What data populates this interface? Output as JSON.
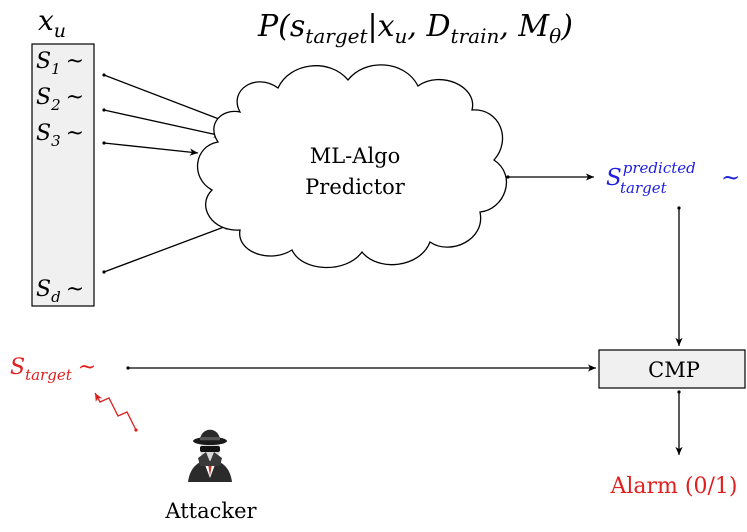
{
  "header": {
    "input_vector_label": "x",
    "input_vector_sub": "u",
    "formula": {
      "P": "P(",
      "s": "s",
      "s_sub": "target",
      "bar_x": "|x",
      "x_sub": "u",
      "comma_d": ", D",
      "d_sub": "train",
      "comma_m": ", M",
      "m_sub": "θ",
      "close": ")"
    }
  },
  "sensors": [
    {
      "base": "S",
      "sub": "1",
      "suffix": "~"
    },
    {
      "base": "S",
      "sub": "2",
      "suffix": "~"
    },
    {
      "base": "S",
      "sub": "3",
      "suffix": "~"
    },
    {
      "base": "S",
      "sub": "d",
      "suffix": "~"
    }
  ],
  "predictor": {
    "line1": "ML-Algo",
    "line2": "Predictor"
  },
  "predicted": {
    "base": "S",
    "sup": "predicted",
    "sub": "target",
    "suffix": "~",
    "color": "#1f1fe0"
  },
  "target": {
    "base": "S",
    "sub": "target",
    "suffix": "~",
    "color": "#e01f1f"
  },
  "comparator": {
    "label": "CMP"
  },
  "alarm": {
    "label": "Alarm (0/1)",
    "color": "#e01f1f"
  },
  "attacker": {
    "label": "Attacker",
    "icon": "spy-icon"
  },
  "colors": {
    "box_fill": "#f0f0f0",
    "stroke": "#000000"
  }
}
